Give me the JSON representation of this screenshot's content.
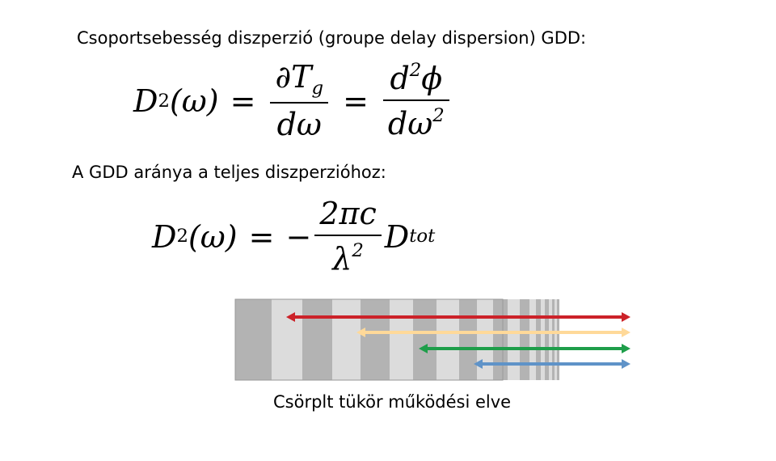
{
  "heading_gdd": "Csoportsebesség diszperzió (groupe delay dispersion) GDD:",
  "formula1": {
    "lhs_symbol": "D",
    "lhs_sub": "2",
    "lhs_arg": "(ω)",
    "eq1": "=",
    "frac1_num": "∂T",
    "frac1_num_sub": "g",
    "frac1_den": "dω",
    "eq2": "=",
    "frac2_num_d": "d",
    "frac2_num_sup": "2",
    "frac2_num_phi": "ϕ",
    "frac2_den": "dω",
    "frac2_den_sup": "2"
  },
  "heading_ratio": "A GDD aránya a teljes diszperzióhoz:",
  "formula2": {
    "lhs_symbol": "D",
    "lhs_sub": "2",
    "lhs_arg": "(ω)",
    "eq": "=",
    "minus": "−",
    "frac_num": "2πc",
    "frac_den": "λ",
    "frac_den_sup": "2",
    "rhs_symbol": "D",
    "rhs_sub": "tot"
  },
  "diagram": {
    "colors": {
      "dark_stripe": "#b3b3b3",
      "light_stripe": "#dcdcdc",
      "red_arrow": "#cc2229",
      "yellow_arrow": "#ffd999",
      "green_arrow": "#1e9e4a",
      "blue_arrow": "#5f93c8"
    },
    "arrows": [
      {
        "name": "red",
        "color_key": "red_arrow"
      },
      {
        "name": "yellow",
        "color_key": "yellow_arrow"
      },
      {
        "name": "green",
        "color_key": "green_arrow"
      },
      {
        "name": "blue",
        "color_key": "blue_arrow"
      }
    ]
  },
  "caption": "Csörplt tükör működési elve"
}
